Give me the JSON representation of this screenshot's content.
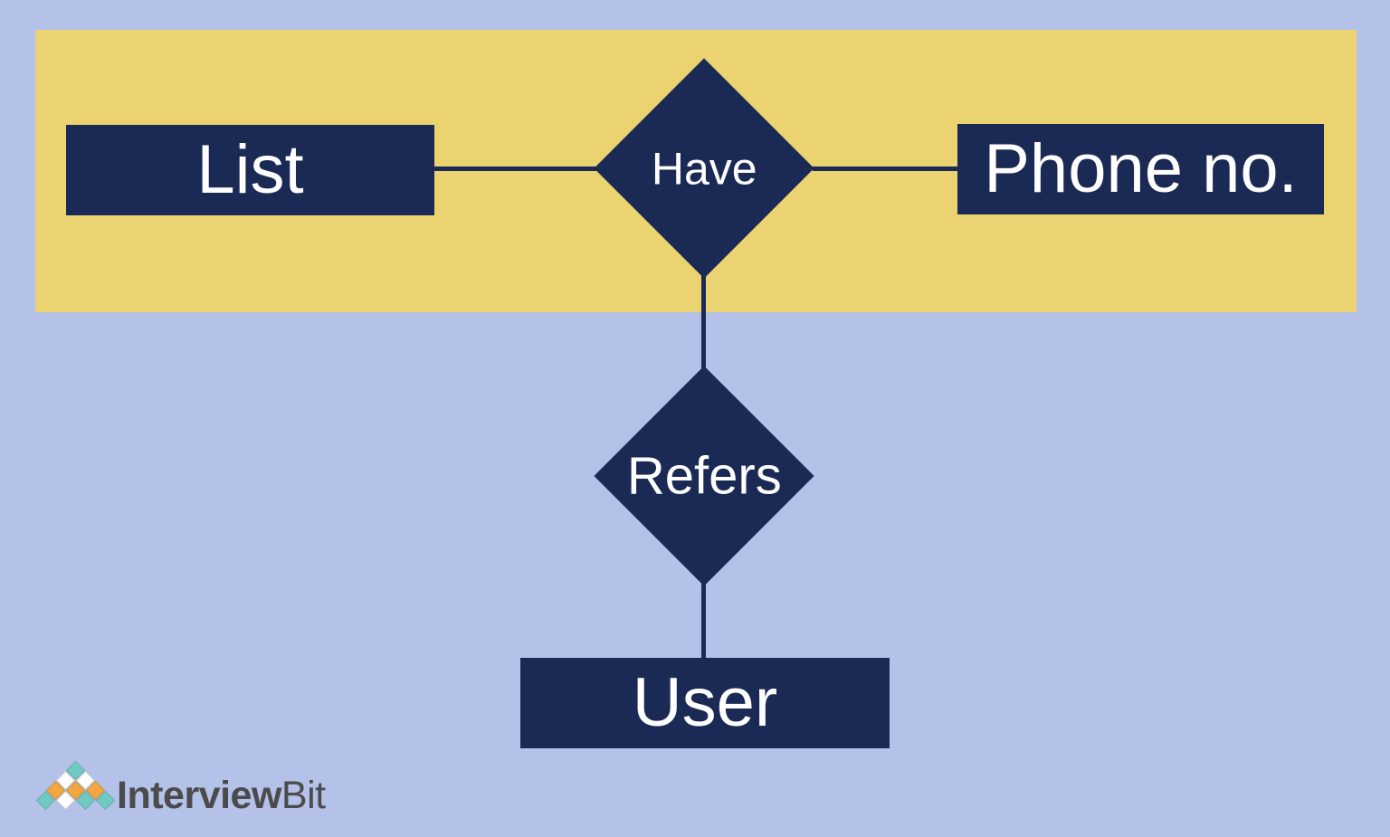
{
  "diagram": {
    "type": "entity-relationship",
    "entities": [
      {
        "id": "list",
        "label": "List"
      },
      {
        "id": "phone_no",
        "label": "Phone no."
      },
      {
        "id": "user",
        "label": "User"
      }
    ],
    "relationships": [
      {
        "id": "have",
        "label": "Have",
        "connects": [
          "List",
          "Phone no."
        ]
      },
      {
        "id": "refers",
        "label": "Refers",
        "connects": [
          "Have",
          "User"
        ]
      }
    ],
    "highlight": "yellow band groups List, Have and Phone no. (aggregation)"
  },
  "logo": {
    "brand_bold": "Interview",
    "brand_light": "Bit",
    "mark_rows": [
      [
        "teal"
      ],
      [
        "white",
        "white"
      ],
      [
        "orange",
        "orange",
        "orange"
      ],
      [
        "teal",
        "white",
        "teal",
        "teal"
      ]
    ]
  },
  "colors": {
    "background": "#b4c1e8",
    "highlight_band": "#ecd371",
    "shape_fill": "#1b2a55",
    "shape_text": "#ffffff",
    "logo_text": "#4b4b4b",
    "logo_teal": "#6fcac2",
    "logo_orange": "#f3a73f",
    "logo_white": "#ffffff"
  }
}
